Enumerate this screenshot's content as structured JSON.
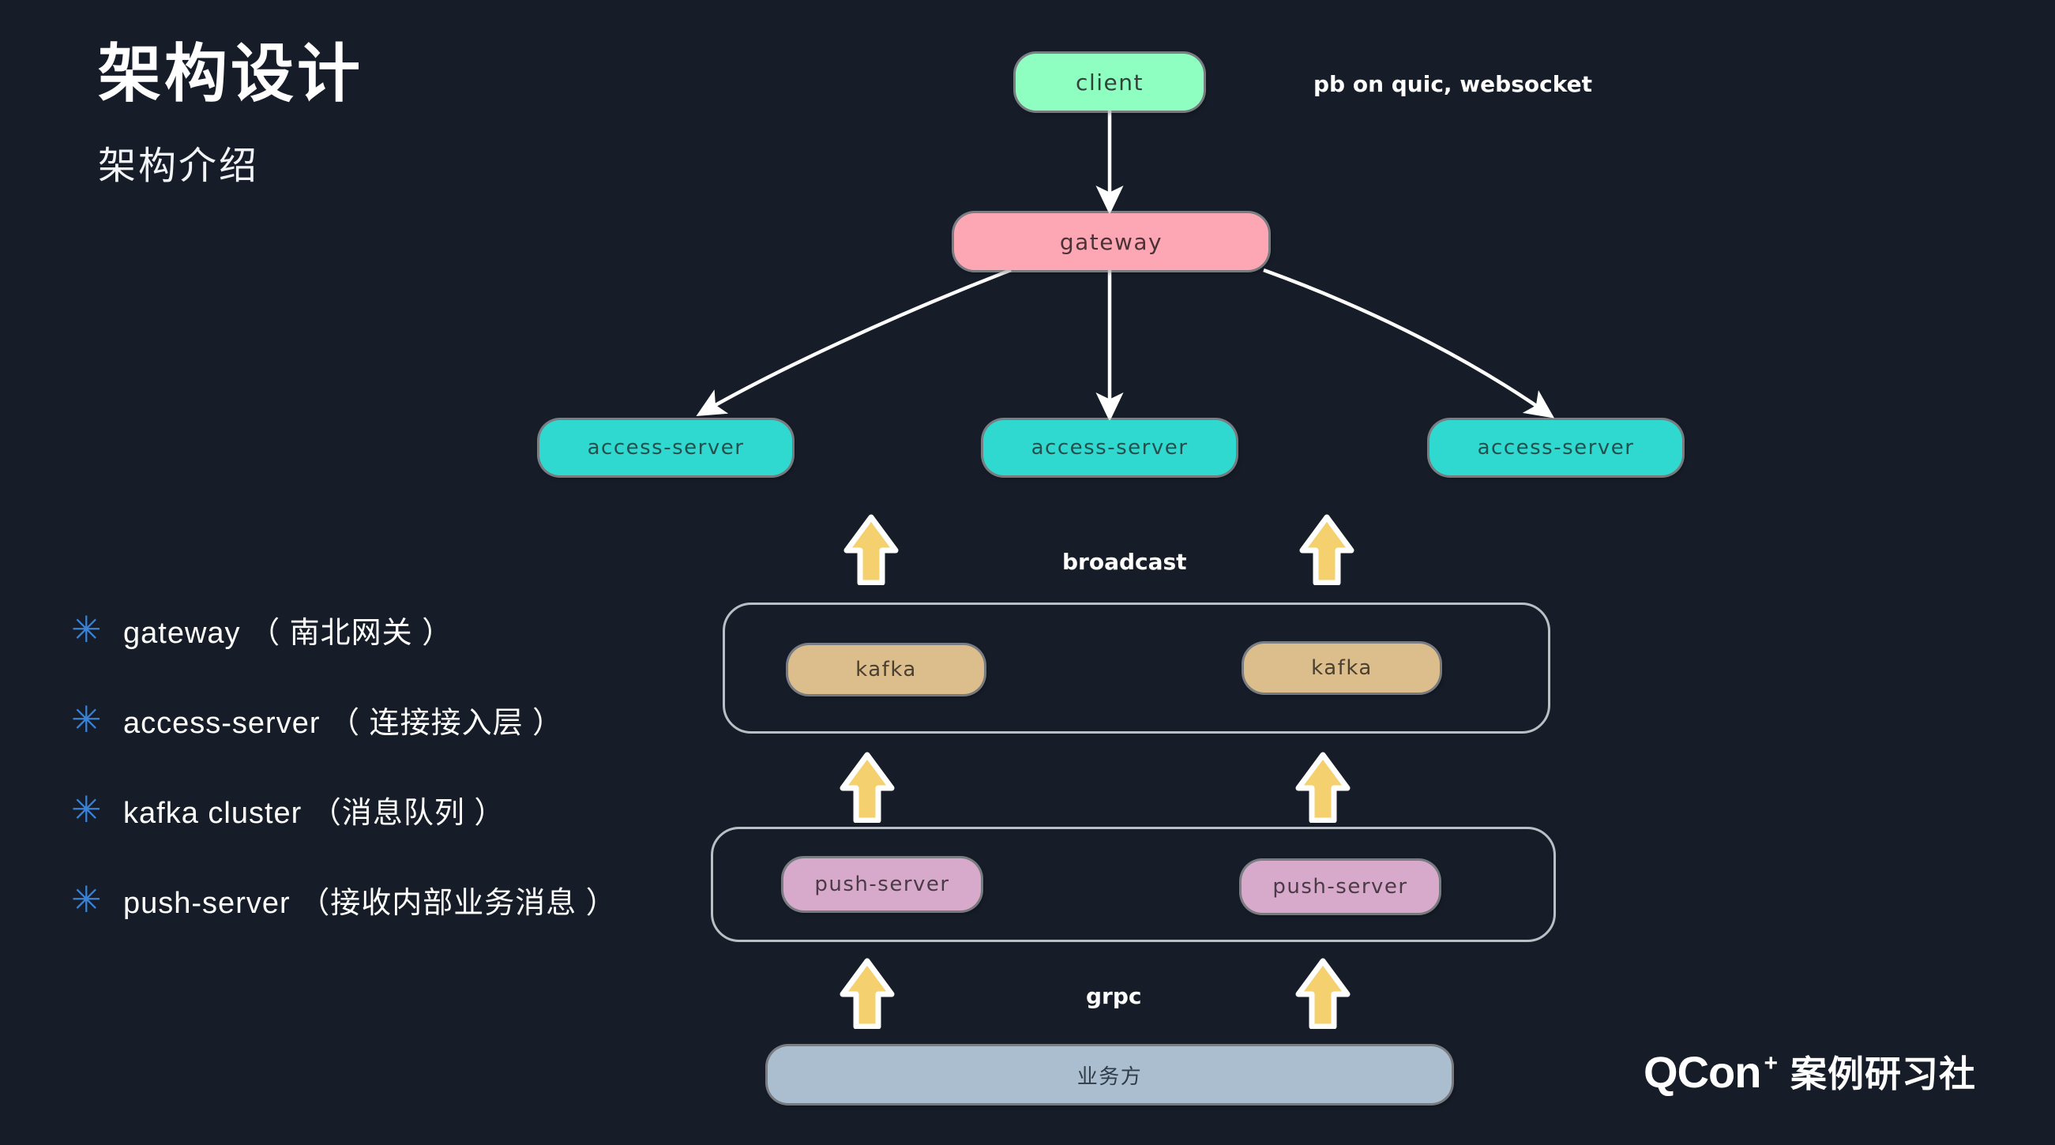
{
  "slide": {
    "title": "架构设计",
    "subtitle": "架构介绍",
    "background_color": "#161d29"
  },
  "bullets": {
    "marker": "✳",
    "marker_color": "#3c82d4",
    "items": [
      {
        "text": "gateway （ 南北网关 ）"
      },
      {
        "text": "access-server （ 连接接入层 ）"
      },
      {
        "text": "kafka cluster （消息队列 ）"
      },
      {
        "text": "push-server （接收内部业务消息 ）"
      }
    ]
  },
  "diagram": {
    "nodes": {
      "client": {
        "label": "client",
        "color": "#8effc1"
      },
      "gateway": {
        "label": "gateway",
        "color": "#fda7b5"
      },
      "access_left": {
        "label": "access-server",
        "color": "#2fd9cf"
      },
      "access_mid": {
        "label": "access-server",
        "color": "#2fd9cf"
      },
      "access_right": {
        "label": "access-server",
        "color": "#2fd9cf"
      },
      "kafka_left": {
        "label": "kafka",
        "color": "#dcbd8c"
      },
      "kafka_right": {
        "label": "kafka",
        "color": "#dcbd8c"
      },
      "push_left": {
        "label": "push-server",
        "color": "#d7a9cb"
      },
      "push_right": {
        "label": "push-server",
        "color": "#d7a9cb"
      },
      "business": {
        "label": "业务方",
        "color": "#abbed0"
      }
    },
    "annotations": {
      "protocol": "pb on quic, websocket",
      "broadcast": "broadcast",
      "grpc": "grpc"
    },
    "arrow_color": "#f5d06f",
    "arrow_outline": "#ffffff",
    "edge_color": "#ffffff"
  },
  "branding": {
    "word": "QCon",
    "plus": "+",
    "chinese": "案例研习社"
  }
}
